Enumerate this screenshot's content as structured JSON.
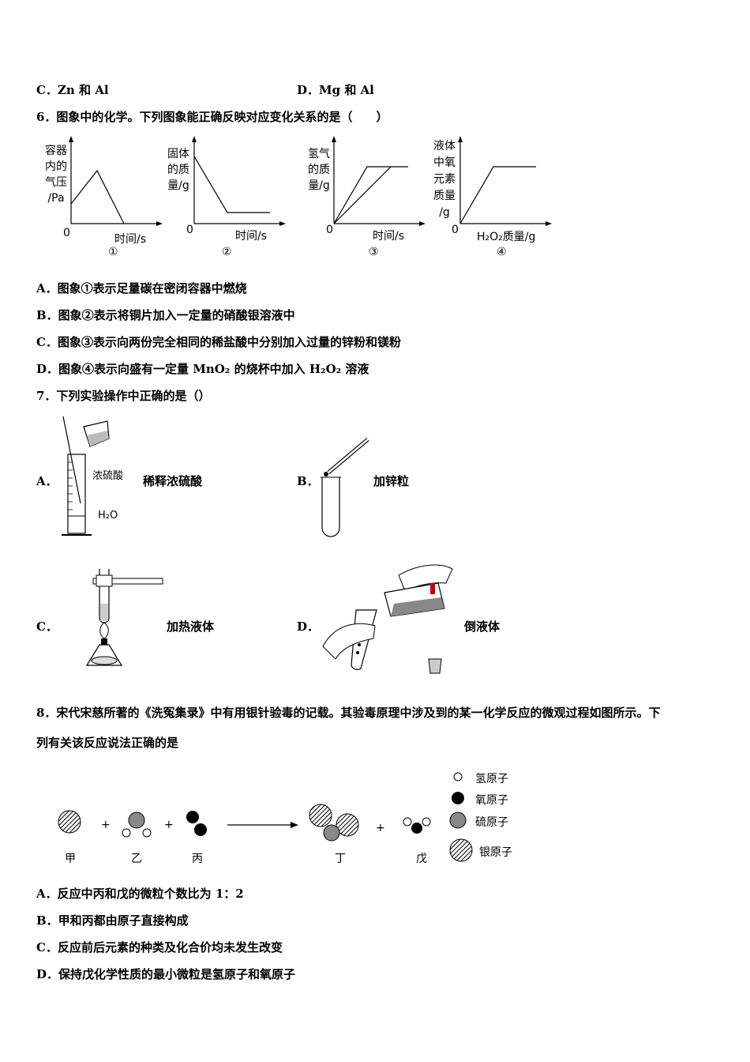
{
  "q5": {
    "optC": "C．Zn 和 Al",
    "optD": "D．Mg 和 Al"
  },
  "q6": {
    "stem": "6．图象中的化学。下列图象能正确反映对应变化关系的是（　　）",
    "graphs": [
      {
        "ylabel": [
          "容器",
          "内的",
          "气压",
          "/Pa"
        ],
        "xlabel": "时间/s",
        "origin": "0",
        "num": "①"
      },
      {
        "ylabel": [
          "固体",
          "的质",
          "量/g"
        ],
        "xlabel": "时间/s",
        "origin": "0",
        "num": "②"
      },
      {
        "ylabel": [
          "氢气",
          "的质",
          "量/g"
        ],
        "xlabel": "时间/s",
        "origin": "0",
        "num": "③"
      },
      {
        "ylabel": [
          "液体",
          "中氧",
          "元素",
          "质量",
          "/g"
        ],
        "xlabel": "H₂O₂质量/g",
        "origin": "0",
        "num": "④"
      }
    ],
    "options": [
      "A．图象①表示足量碳在密闭容器中燃烧",
      "B．图象②表示将铜片加入一定量的硝酸银溶液中",
      "C．图象③表示向两份完全相同的稀盐酸中分别加入过量的锌粉和镁粉",
      "D．图象④表示向盛有一定量 MnO₂ 的烧杯中加入 H₂O₂ 溶液"
    ]
  },
  "q7": {
    "stem": "7．下列实验操作中正确的是（）",
    "A_letter": "A．",
    "A_label": "稀释浓硫酸",
    "A_acid": "浓硫酸",
    "A_water": "H₂O",
    "B_letter": "B．",
    "B_label": "加锌粒",
    "C_letter": "C．",
    "C_label": "加热液体",
    "D_letter": "D．",
    "D_label": "倒液体"
  },
  "q8": {
    "stem_line1": "8．宋代宋慈所著的《洗冤集录》中有用银针验毒的记载。其验毒原理中涉及到的某一化学反应的微观过程如图所示。下",
    "stem_line2": "列有关该反应说法正确的是",
    "legend": [
      "氢原子",
      "氧原子",
      "硫原子",
      "银原子"
    ],
    "species": [
      "甲",
      "乙",
      "丙",
      "丁",
      "戊"
    ],
    "plus": "+",
    "options": [
      "A．反应中丙和戊的微粒个数比为 1：2",
      "B．甲和丙都由原子直接构成",
      "C．反应前后元素的种类及化合价均未发生改变",
      "D．保持戊化学性质的最小微粒是氢原子和氧原子"
    ]
  }
}
